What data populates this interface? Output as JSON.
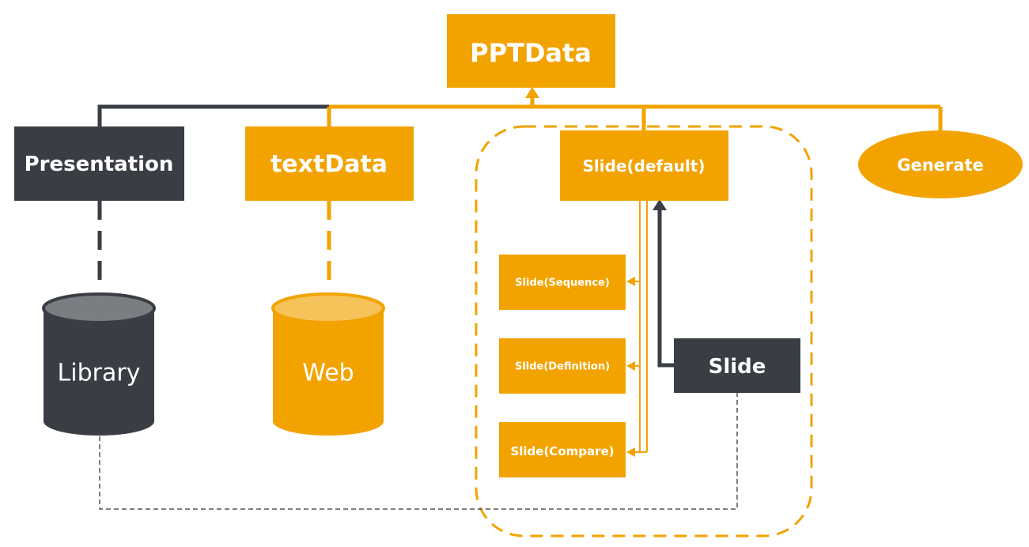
{
  "colors": {
    "orange": "#F2A300",
    "orange_light": "#F6C35A",
    "dark": "#3A3E44",
    "dark_light": "#7A7D82",
    "dashed_gray": "#555555",
    "text": "#FFFFFF"
  },
  "nodes": {
    "root": "PPTData",
    "presentation": "Presentation",
    "text_data": "textData",
    "slide_default": "Slide(default)",
    "generate": "Generate",
    "library": "Library",
    "web": "Web",
    "slide_sequence": "Slide(Sequence)",
    "slide_definition": "Slide(Definition)",
    "slide_compare": "Slide(Compare)",
    "slide": "Slide"
  }
}
